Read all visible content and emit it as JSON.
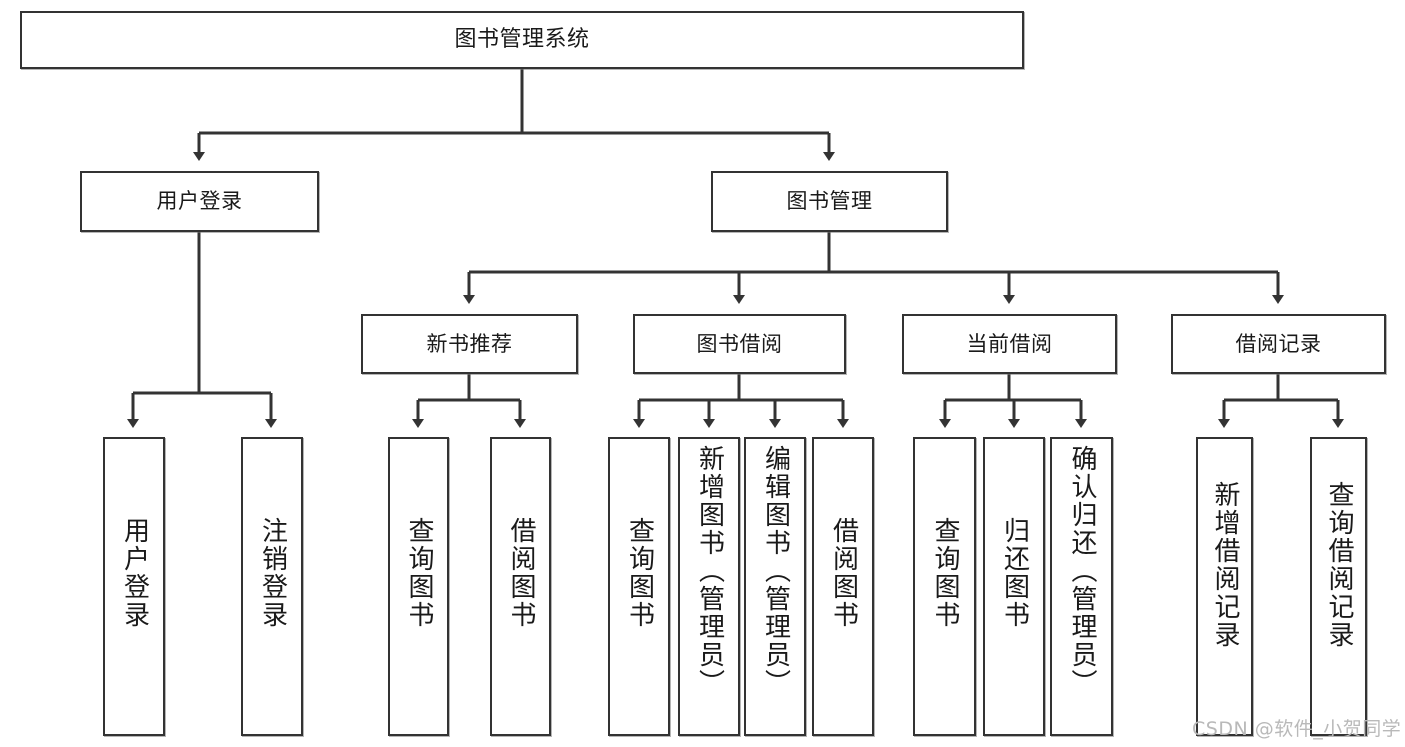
{
  "diagram": {
    "title": "图书管理系统",
    "type": "tree-hierarchy-chart",
    "colors": {
      "box_border": "#333333",
      "box_fill": "#ffffff",
      "edge": "#333333",
      "text": "#1a1a1a",
      "watermark": "#b9b9b9",
      "background": "#ffffff"
    },
    "levels": {
      "level1": "系统",
      "level2": "模块",
      "level3": "子模块",
      "level4": "功能"
    }
  },
  "nodes": {
    "root": {
      "label": "图书管理系统"
    },
    "level2": [
      {
        "label": "用户登录"
      },
      {
        "label": "图书管理"
      }
    ],
    "level3": [
      {
        "label": "新书推荐"
      },
      {
        "label": "图书借阅"
      },
      {
        "label": "当前借阅"
      },
      {
        "label": "借阅记录"
      }
    ],
    "leaves": {
      "user_login": [
        {
          "label": "用户登录"
        },
        {
          "label": "注销登录"
        }
      ],
      "new_book_recommend": [
        {
          "label": "查询图书"
        },
        {
          "label": "借阅图书"
        }
      ],
      "book_borrow": [
        {
          "label": "查询图书"
        },
        {
          "label": "新增图书（管理员）"
        },
        {
          "label": "编辑图书（管理员）"
        },
        {
          "label": "借阅图书"
        }
      ],
      "current_borrow": [
        {
          "label": "查询图书"
        },
        {
          "label": "归还图书"
        },
        {
          "label": "确认归还（管理员）"
        }
      ],
      "borrow_record": [
        {
          "label": "新增借阅记录"
        },
        {
          "label": "查询借阅记录"
        }
      ]
    }
  },
  "watermark": {
    "text": "CSDN @软件_小贺同学"
  }
}
